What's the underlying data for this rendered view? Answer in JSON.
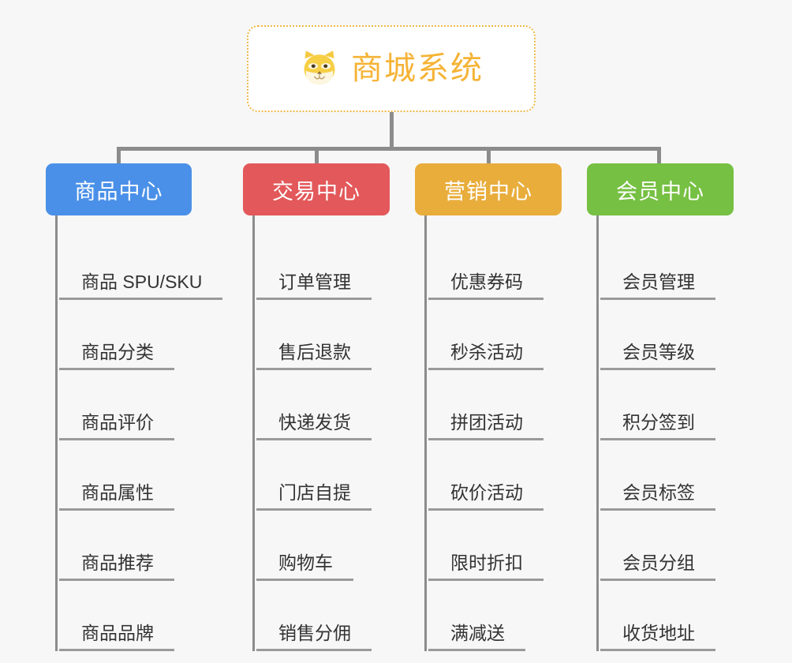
{
  "page": {
    "background_color": "#f7f7f7",
    "type": "mindmap"
  },
  "root": {
    "title": "商城系统",
    "icon": "shiba-inu-dog-face-icon",
    "border_color": "#f0b849",
    "title_color": "#f5b335",
    "background_color": "#ffffff"
  },
  "branches": [
    {
      "label": "商品中心",
      "color": "#4a90e8",
      "items": [
        "商品 SPU/SKU",
        "商品分类",
        "商品评价",
        "商品属性",
        "商品推荐",
        "商品品牌"
      ]
    },
    {
      "label": "交易中心",
      "color": "#e3585a",
      "items": [
        "订单管理",
        "售后退款",
        "快递发货",
        "门店自提",
        "购物车",
        "销售分佣"
      ]
    },
    {
      "label": "营销中心",
      "color": "#e9ad3c",
      "items": [
        "优惠券码",
        "秒杀活动",
        "拼团活动",
        "砍价活动",
        "限时折扣",
        "满减送"
      ]
    },
    {
      "label": "会员中心",
      "color": "#76c043",
      "items": [
        "会员管理",
        "会员等级",
        "积分签到",
        "会员标签",
        "会员分组",
        "收货地址"
      ]
    }
  ],
  "connector": {
    "color": "#8c8c8c"
  }
}
